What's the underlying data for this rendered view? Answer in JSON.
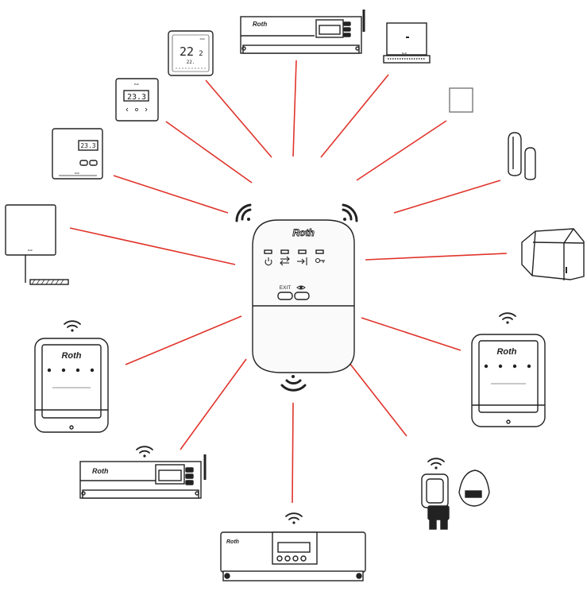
{
  "colors": {
    "connector": "#e0342b",
    "outline": "#222222",
    "hub_fill": "#fafafa"
  },
  "hub": {
    "brand": "Roth",
    "exit_label": "EXIT",
    "pair_icon": "eye-icon",
    "led_icons": [
      "power-icon",
      "arrows-icon",
      "wireless-in-icon",
      "key-icon"
    ]
  },
  "thermostat_touch": {
    "temp_main": "22",
    "temp_sub": "2",
    "temp_small": "22.",
    "brand": "Roth"
  },
  "thermostat_small": {
    "temp": "23.3",
    "brand": "Roth"
  },
  "thermostat_basic": {
    "temp": "23.3",
    "brand": "Roth"
  },
  "floor_sensor": {
    "brand": "Roth"
  },
  "controller_top": {
    "brand": "Roth"
  },
  "controller_bottom_left": {
    "brand": "Roth"
  },
  "controller_bottom": {
    "brand": "Roth"
  },
  "module_left": {
    "brand": "Roth"
  },
  "module_right": {
    "brand": "Roth"
  },
  "outdoor_sensor": {
    "brand": "Roth"
  },
  "icons": [
    "wifi-signal-icon",
    "wifi-signal-icon",
    "wifi-signal-icon",
    "wifi-signal-icon",
    "wifi-signal-icon",
    "wifi-signal-icon"
  ]
}
